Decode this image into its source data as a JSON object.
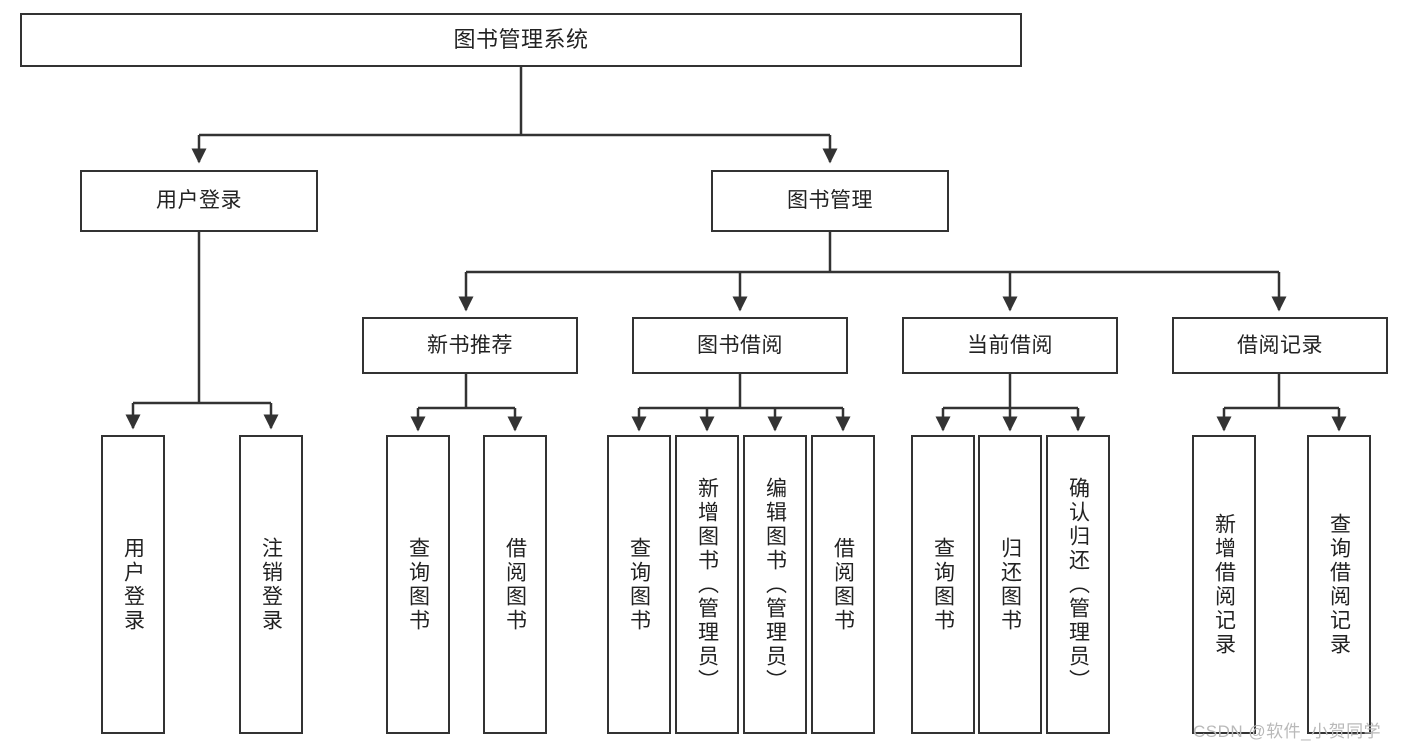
{
  "diagram": {
    "title": "图书管理系统",
    "type": "tree-hierarchy-functional-structure",
    "accent_color": "#333333",
    "background_color": "#ffffff"
  },
  "nodes": {
    "root": {
      "label": "图书管理系统"
    },
    "level2": [
      {
        "id": "user-login",
        "label": "用户登录"
      },
      {
        "id": "book-management",
        "label": "图书管理"
      }
    ],
    "level3": [
      {
        "id": "new-book-recommend",
        "label": "新书推荐"
      },
      {
        "id": "book-borrow",
        "label": "图书借阅"
      },
      {
        "id": "current-borrow",
        "label": "当前借阅"
      },
      {
        "id": "borrow-record",
        "label": "借阅记录"
      }
    ],
    "leaves": {
      "user_login": [
        {
          "id": "leaf-user-login",
          "label": "用户登录"
        },
        {
          "id": "leaf-logout-login",
          "label": "注销登录"
        }
      ],
      "new_book_recommend": [
        {
          "id": "leaf-query-book-1",
          "label": "查询图书"
        },
        {
          "id": "leaf-borrow-book-1",
          "label": "借阅图书"
        }
      ],
      "book_borrow": [
        {
          "id": "leaf-query-book-2",
          "label": "查询图书"
        },
        {
          "id": "leaf-add-book",
          "label": "新增图书（管理员）"
        },
        {
          "id": "leaf-edit-book",
          "label": "编辑图书（管理员）"
        },
        {
          "id": "leaf-borrow-book-2",
          "label": "借阅图书"
        }
      ],
      "current_borrow": [
        {
          "id": "leaf-query-book-3",
          "label": "查询图书"
        },
        {
          "id": "leaf-return-book",
          "label": "归还图书"
        },
        {
          "id": "leaf-confirm-return",
          "label": "确认归还（管理员）"
        }
      ],
      "borrow_record": [
        {
          "id": "leaf-add-record",
          "label": "新增借阅记录"
        },
        {
          "id": "leaf-query-record",
          "label": "查询借阅记录"
        }
      ]
    }
  },
  "watermark": {
    "text": "CSDN @软件_小贺同学"
  }
}
